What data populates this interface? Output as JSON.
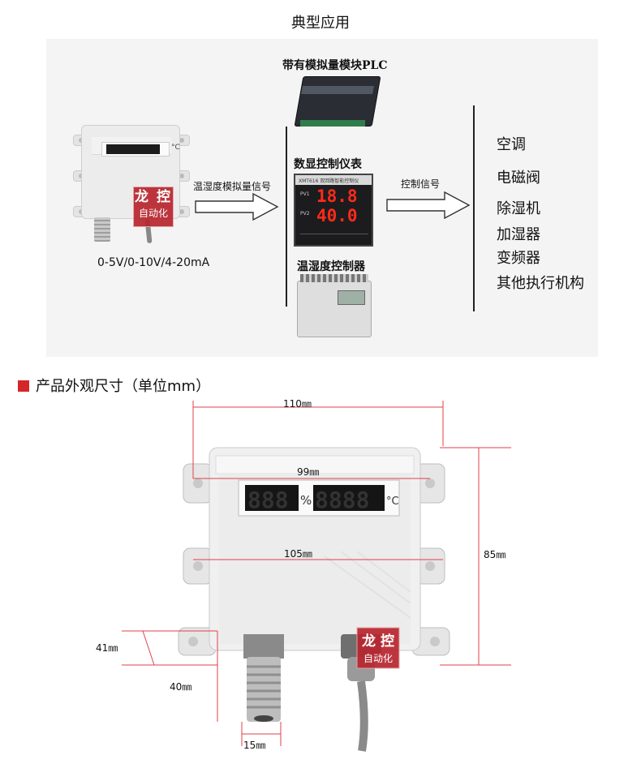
{
  "page_title": "典型应用",
  "source_device": {
    "logo_line1": "龙 控",
    "logo_line2": "自动化",
    "range_label": "0-5V/0-10V/4-20mA",
    "unit": "°C"
  },
  "signal_in_label": "温湿度模拟量信号",
  "signal_out_label": "控制信号",
  "controllers": [
    {
      "label": "带有模拟量模块PLC"
    },
    {
      "label": "数显控制仪表",
      "reading_top": "18.8",
      "reading_bottom": "40.0",
      "header": "XMT616 双回路智能控制仪"
    },
    {
      "label": "温湿度控制器"
    }
  ],
  "outputs": [
    "空调",
    "电磁阀",
    "除湿机",
    "加湿器",
    "变频器",
    "其他执行机构"
  ],
  "dimensions": {
    "section_title": "产品外观尺寸（单位mm）",
    "width_label": "110㎜",
    "screen_label": "99㎜",
    "mount_label": "105㎜",
    "height_label": "85㎜",
    "depth_label": "41㎜",
    "probe_len_label": "40㎜",
    "probe_dia_label": "15㎜",
    "percent_unit": "%",
    "temp_unit": "°C",
    "logo_line1": "龙 控",
    "logo_line2": "自动化"
  },
  "colors": {
    "accent_red": "#d42727",
    "dimension_line": "#e0404a",
    "digit_red": "#ff2a1a"
  }
}
